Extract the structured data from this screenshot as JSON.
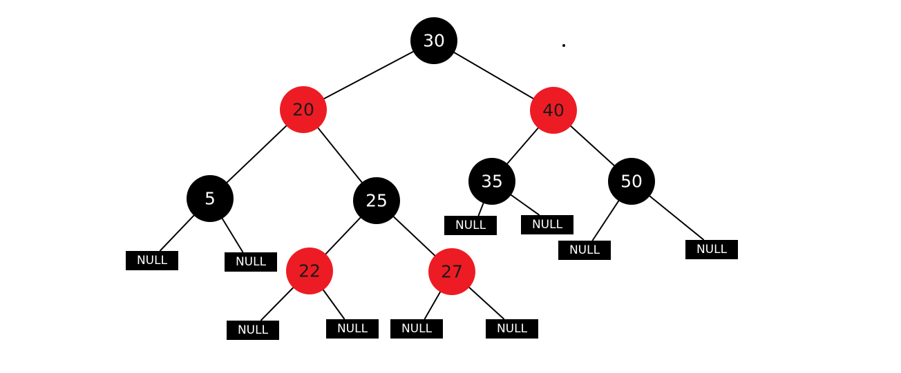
{
  "colors": {
    "black_node": "#000000",
    "red_node": "#ed1c24",
    "black_text": "#ffffff",
    "red_text": "#1a1a1a",
    "null_box": "#000000",
    "edge": "#000000"
  },
  "nodes": [
    {
      "id": "n30",
      "value": "30",
      "color": "black"
    },
    {
      "id": "n20",
      "value": "20",
      "color": "red"
    },
    {
      "id": "n40",
      "value": "40",
      "color": "red"
    },
    {
      "id": "n5",
      "value": "5",
      "color": "black"
    },
    {
      "id": "n25",
      "value": "25",
      "color": "black"
    },
    {
      "id": "n35",
      "value": "35",
      "color": "black"
    },
    {
      "id": "n50",
      "value": "50",
      "color": "black"
    },
    {
      "id": "n22",
      "value": "22",
      "color": "red"
    },
    {
      "id": "n27",
      "value": "27",
      "color": "red"
    }
  ],
  "null_leaves": [
    {
      "id": "null-5-left",
      "label": "NULL",
      "parent": "n5"
    },
    {
      "id": "null-5-right",
      "label": "NULL",
      "parent": "n5"
    },
    {
      "id": "null-22-left",
      "label": "NULL",
      "parent": "n22"
    },
    {
      "id": "null-22-right",
      "label": "NULL",
      "parent": "n22"
    },
    {
      "id": "null-27-left",
      "label": "NULL",
      "parent": "n27"
    },
    {
      "id": "null-27-right",
      "label": "NULL",
      "parent": "n27"
    },
    {
      "id": "null-35-left",
      "label": "NULL",
      "parent": "n35"
    },
    {
      "id": "null-35-right",
      "label": "NULL",
      "parent": "n35"
    },
    {
      "id": "null-50-left",
      "label": "NULL",
      "parent": "n50"
    },
    {
      "id": "null-50-right",
      "label": "NULL",
      "parent": "n50"
    }
  ],
  "edges": [
    {
      "from": "n30",
      "to": "n20"
    },
    {
      "from": "n30",
      "to": "n40"
    },
    {
      "from": "n20",
      "to": "n5"
    },
    {
      "from": "n20",
      "to": "n25"
    },
    {
      "from": "n40",
      "to": "n35"
    },
    {
      "from": "n40",
      "to": "n50"
    },
    {
      "from": "n25",
      "to": "n22"
    },
    {
      "from": "n25",
      "to": "n27"
    },
    {
      "from": "n5",
      "to": "null-5-left"
    },
    {
      "from": "n5",
      "to": "null-5-right"
    },
    {
      "from": "n22",
      "to": "null-22-left"
    },
    {
      "from": "n22",
      "to": "null-22-right"
    },
    {
      "from": "n27",
      "to": "null-27-left"
    },
    {
      "from": "n27",
      "to": "null-27-right"
    },
    {
      "from": "n35",
      "to": "null-35-left"
    },
    {
      "from": "n35",
      "to": "null-35-right"
    },
    {
      "from": "n50",
      "to": "null-50-left"
    },
    {
      "from": "n50",
      "to": "null-50-right"
    }
  ]
}
